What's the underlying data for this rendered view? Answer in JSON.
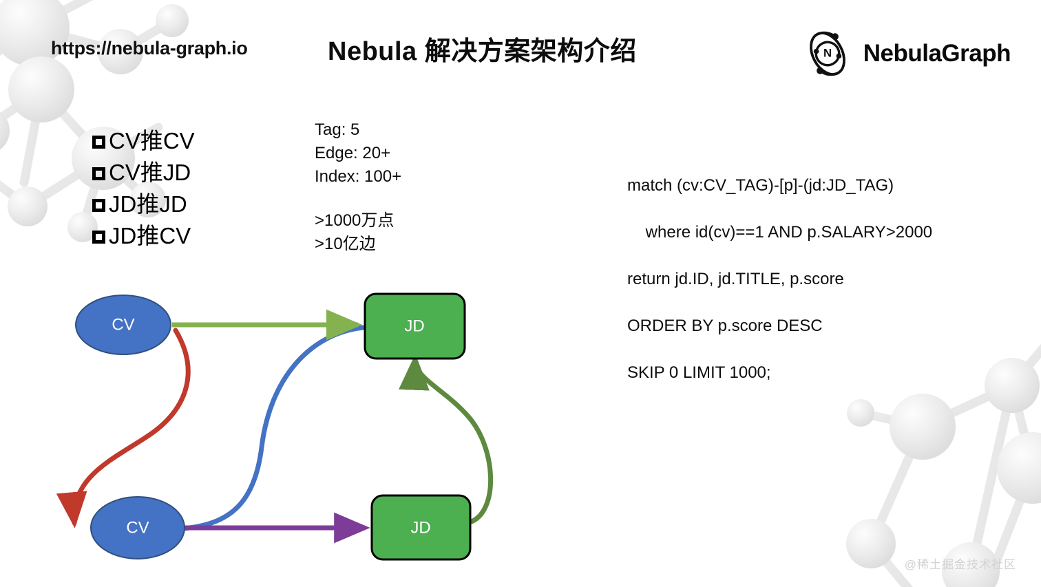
{
  "header": {
    "site_url": "https://nebula-graph.io",
    "title": "Nebula 解决方案架构介绍",
    "brand_name": "NebulaGraph",
    "brand_mark_letter": "N"
  },
  "bullets": {
    "items": [
      {
        "label": "CV推CV"
      },
      {
        "label": "CV推JD"
      },
      {
        "label": "JD推JD"
      },
      {
        "label": "JD推CV"
      }
    ]
  },
  "stats": {
    "lines": [
      "Tag: 5",
      "Edge: 20+",
      "Index: 100+"
    ],
    "scale_lines": [
      ">1000万点",
      ">10亿边"
    ]
  },
  "query": {
    "lines": [
      "match (cv:CV_TAG)-[p]-(jd:JD_TAG)",
      "    where id(cv)==1 AND p.SALARY>2000",
      "return jd.ID, jd.TITLE, p.score",
      "ORDER BY p.score DESC",
      "SKIP 0 LIMIT 1000;"
    ]
  },
  "graph": {
    "nodes": [
      {
        "id": "cv-top",
        "label": "CV",
        "shape": "ellipse",
        "fill": "#4472C4",
        "stroke": "#2F4F7F"
      },
      {
        "id": "jd-top",
        "label": "JD",
        "shape": "rect",
        "fill": "#4CAF50",
        "stroke": "#000000"
      },
      {
        "id": "cv-bottom",
        "label": "CV",
        "shape": "ellipse",
        "fill": "#4472C4",
        "stroke": "#2F4F7F"
      },
      {
        "id": "jd-bottom",
        "label": "JD",
        "shape": "rect",
        "fill": "#4CAF50",
        "stroke": "#000000"
      }
    ],
    "edges": [
      {
        "id": "cv-to-jd",
        "from": "cv-top",
        "to": "jd-top",
        "color": "#84B24F",
        "name": "CV推JD"
      },
      {
        "id": "cv-to-cv",
        "from": "cv-top",
        "to": "cv-bottom",
        "color": "#C0392B",
        "name": "CV推CV"
      },
      {
        "id": "cv-bot-to-jd",
        "from": "cv-bottom",
        "to": "jd-top",
        "color": "#4472C4",
        "name": "CV推JD"
      },
      {
        "id": "cv-bot-to-jdb",
        "from": "cv-bottom",
        "to": "jd-bottom",
        "color": "#7D3C98",
        "name": "CV推JD"
      },
      {
        "id": "jd-to-jd",
        "from": "jd-bottom",
        "to": "jd-top",
        "color": "#5D8A3E",
        "name": "JD推JD"
      }
    ]
  },
  "watermark": {
    "text": "@稀土掘金技术社区"
  },
  "colors": {
    "node_blue": "#4472C4",
    "node_green": "#4CAF50",
    "edge_green_light": "#84B24F",
    "edge_red": "#C0392B",
    "edge_blue": "#4472C4",
    "edge_purple": "#7D3C98",
    "edge_green_dark": "#5D8A3E",
    "background": "#FFFFFF"
  }
}
